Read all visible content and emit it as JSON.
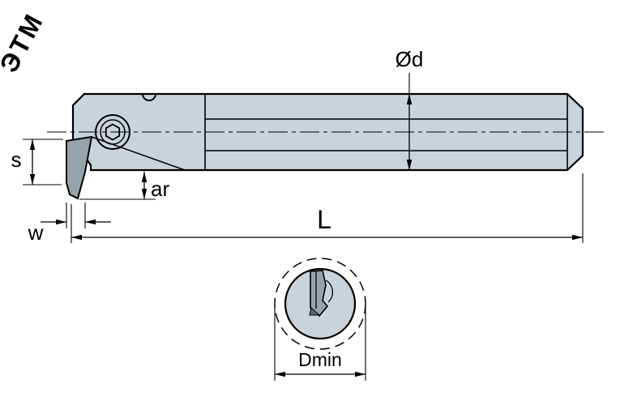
{
  "drawing": {
    "watermark_text": "ЭТМ",
    "labels": {
      "shank_diameter": "Ød",
      "insert_height": "s",
      "corner_offset": "ar",
      "insert_width": "w",
      "overall_length": "L",
      "min_bore_diameter": "Dmin"
    },
    "colors": {
      "body_fill": "#c9d3d9",
      "insert_fill": "#97a2a9",
      "insert_tip_fill": "#5c666c",
      "outline": "#000000",
      "watermark": "#c3c7c9"
    }
  }
}
